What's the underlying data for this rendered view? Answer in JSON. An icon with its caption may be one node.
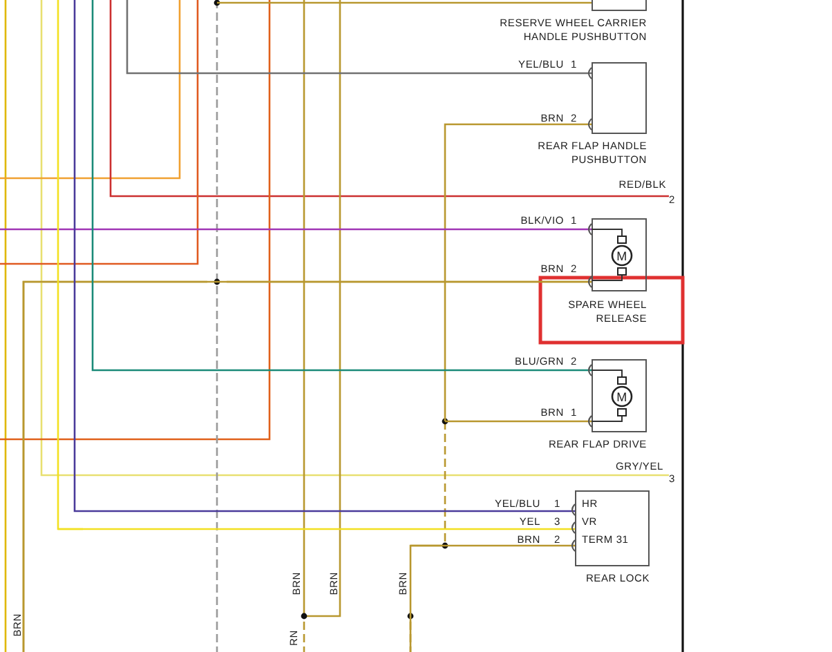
{
  "diagram": {
    "nodes": [
      {
        "text": [
          "RESERVE WHEEL CARRIER HANDLE PUSHBUTTON"
        ]
      },
      {
        "text": [
          "REAR FLAP HANDLE PUSHBUTTON"
        ]
      },
      {
        "text": [
          "SPARE WHEEL RELEASE"
        ]
      },
      {
        "text": [
          "REAR FLAP DRIVE"
        ]
      },
      {
        "text": [
          "HR",
          "VR",
          "TERM 31",
          "REAR LOCK"
        ]
      }
    ],
    "edges": [
      {
        "from": null,
        "to": 0,
        "arrow": "none",
        "color": "#b8972e"
      },
      {
        "from": null,
        "to": 1,
        "arrow": "none",
        "label": "YEL/BLU",
        "color": "#707070"
      },
      {
        "from": null,
        "to": 1,
        "arrow": "none",
        "label": "BRN",
        "color": "#b8972e"
      },
      {
        "from": null,
        "to": 2,
        "arrow": "none",
        "label": "BLK/VIO",
        "color": "#a035b5"
      },
      {
        "from": null,
        "to": 2,
        "arrow": "none",
        "label": "BRN",
        "color": "#b8972e"
      },
      {
        "from": null,
        "to": 3,
        "arrow": "none",
        "label": "BLU/GRN",
        "color": "#1a8a78"
      },
      {
        "from": null,
        "to": 3,
        "arrow": "none",
        "label": "BRN",
        "color": "#b8972e"
      },
      {
        "from": null,
        "to": 4,
        "arrow": "none",
        "label": "YEL/BLU",
        "color": "#4a3a9a"
      },
      {
        "from": null,
        "to": 4,
        "arrow": "none",
        "label": "YEL",
        "color": "#f2e020"
      },
      {
        "from": null,
        "to": 4,
        "arrow": "none",
        "label": "BRN",
        "color": "#b8972e"
      }
    ],
    "labels": [
      "1",
      "2",
      "RED/BLK",
      "2",
      "1",
      "2",
      "2",
      "1",
      "GRY/YEL",
      "3",
      "1",
      "3",
      "2",
      "BRN",
      "BRN",
      "BRN",
      "BRN",
      "RN",
      "M",
      "M"
    ]
  }
}
